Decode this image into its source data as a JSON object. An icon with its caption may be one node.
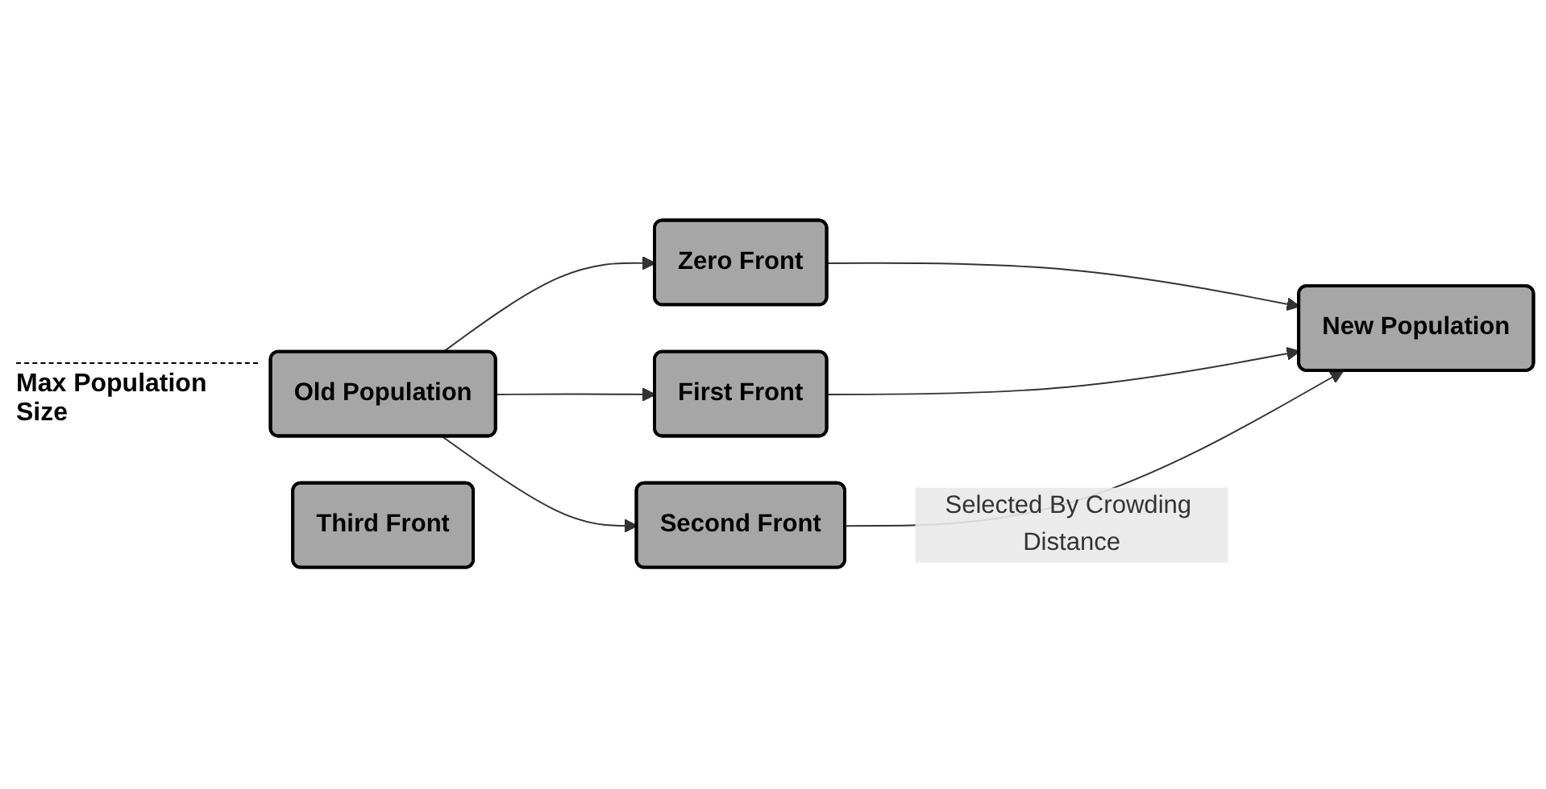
{
  "diagram": {
    "nodes": [
      {
        "text": [
          "Old Population"
        ]
      },
      {
        "text": [
          "Zero Front"
        ]
      },
      {
        "text": [
          "First Front"
        ]
      },
      {
        "text": [
          "Second Front"
        ]
      },
      {
        "text": [
          "Third Front"
        ]
      },
      {
        "text": [
          "New Population"
        ]
      }
    ],
    "edges": [
      {
        "from": 0,
        "to": 1,
        "arrow": "to"
      },
      {
        "from": 0,
        "to": 2,
        "arrow": "to"
      },
      {
        "from": 0,
        "to": 3,
        "arrow": "to"
      },
      {
        "from": 1,
        "to": 5,
        "arrow": "to"
      },
      {
        "from": 2,
        "to": 5,
        "arrow": "to"
      },
      {
        "from": 3,
        "to": 5,
        "arrow": "to",
        "label": "Selected By Crowding Distance"
      }
    ],
    "labels": [
      "Max Population Size"
    ]
  }
}
